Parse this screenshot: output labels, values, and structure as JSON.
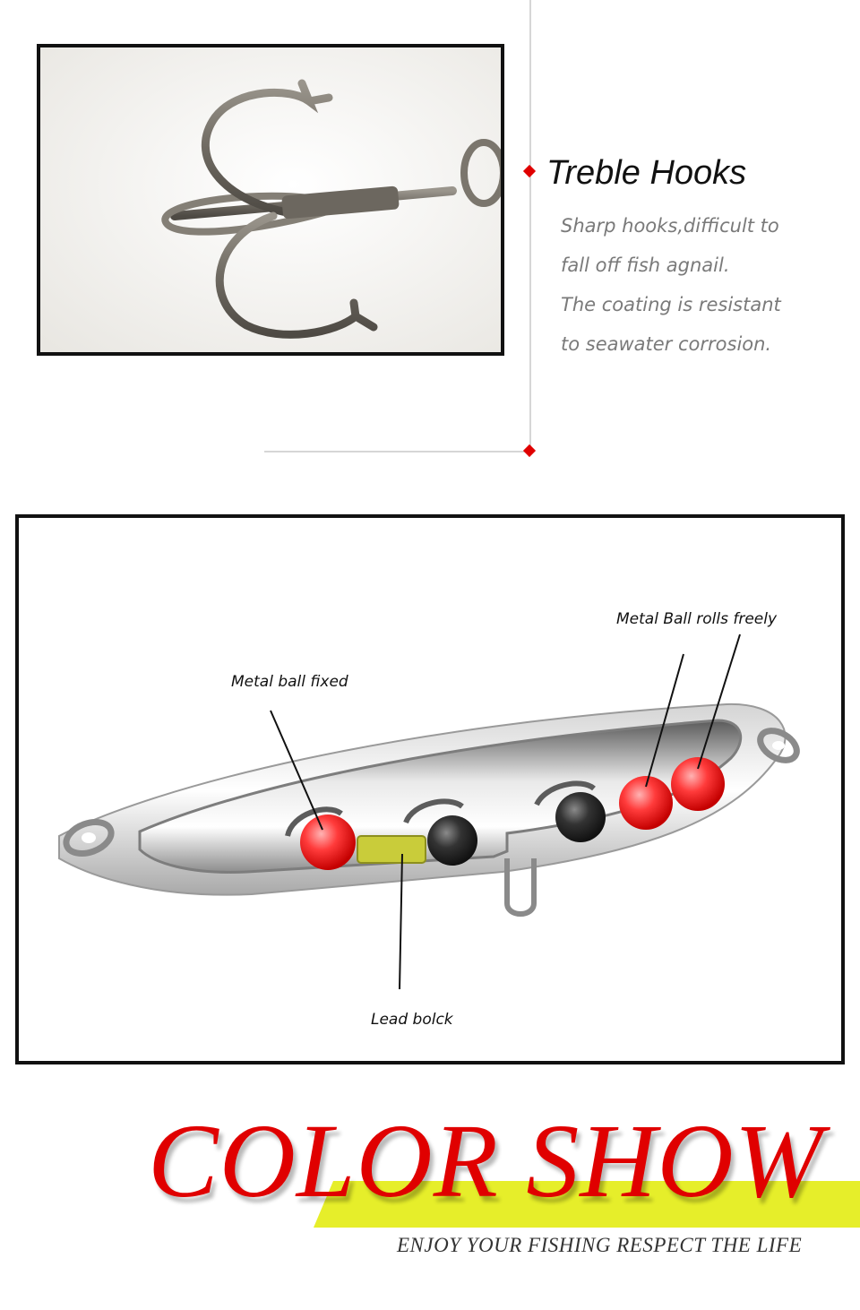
{
  "feature": {
    "title": "Treble Hooks",
    "description_lines": [
      "Sharp hooks,difficult to",
      "fall off fish agnail.",
      "The coating is resistant",
      "to seawater corrosion."
    ]
  },
  "diagram": {
    "label_metal_ball_fixed": "Metal ball fixed",
    "label_metal_ball_rolls": "Metal Ball rolls freely",
    "label_lead_block": "Lead bolck"
  },
  "banner": {
    "title": "COLOR SHOW",
    "subtitle": "ENJOY YOUR FISHING RESPECT THE LIFE"
  },
  "colors": {
    "accent_red": "#e00000",
    "accent_yellow": "#e6ee2a",
    "ball_red": "#ff3b3b",
    "ball_black": "#2a2a2a",
    "lead_block": "#c9cc3a"
  }
}
